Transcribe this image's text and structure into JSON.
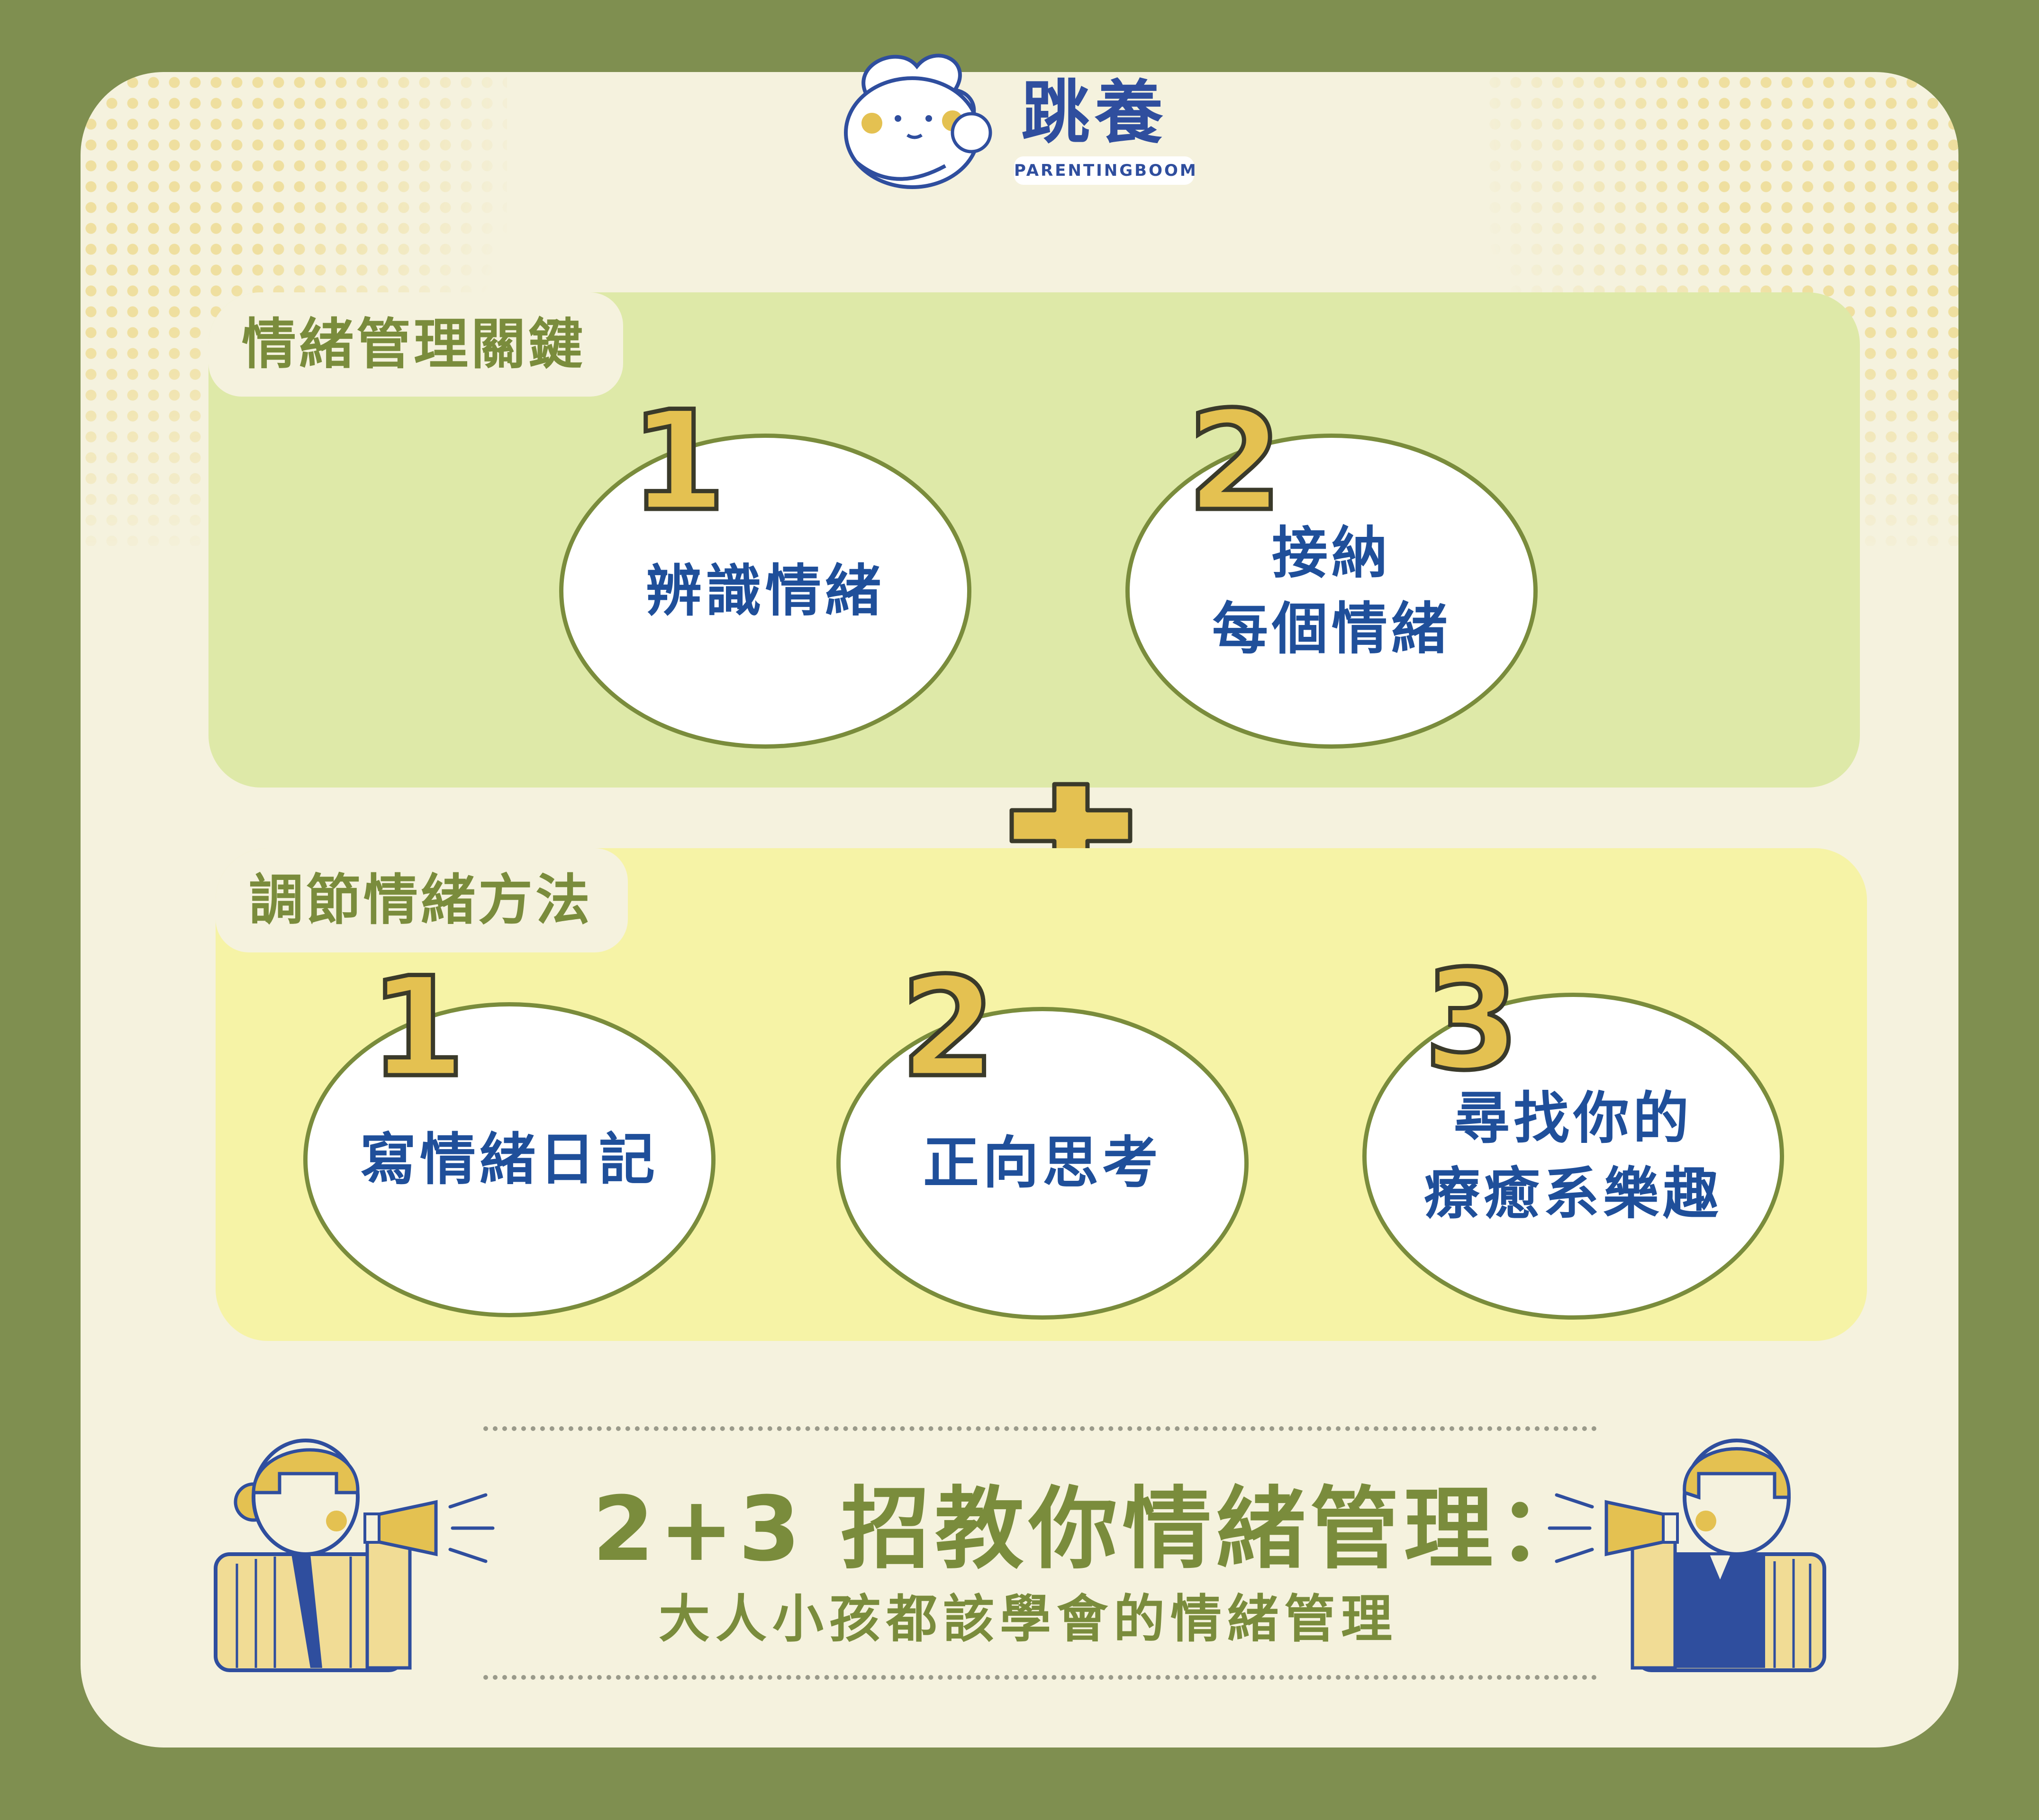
{
  "logo": {
    "title": "跳養",
    "subtitle": "PARENTINGBOOM"
  },
  "section_keys": {
    "label": "情緒管理關鍵",
    "items": [
      {
        "number": "1",
        "text": "辨識情緒"
      },
      {
        "number": "2",
        "text": "接納\n每個情緒"
      }
    ]
  },
  "section_methods": {
    "label": "調節情緒方法",
    "items": [
      {
        "number": "1",
        "text": "寫情緒日記"
      },
      {
        "number": "2",
        "text": "正向思考"
      },
      {
        "number": "3",
        "text": "尋找你的\n療癒系樂趣"
      }
    ]
  },
  "footer": {
    "headline": "2+3 招教你情緒管理：",
    "subheadline": "大人小孩都該學會的情緒管理"
  },
  "colors": {
    "frame": "#7f8f50",
    "card": "#f5f2de",
    "panel_green": "#dee9a8",
    "panel_yellow": "#f6f3a6",
    "olive_text": "#7a8c3c",
    "blue_text": "#1f4f9a",
    "accent_yellow": "#e4c151"
  },
  "icons": {
    "logo_mark": "parent-hugging-child-icon",
    "plus": "plus-icon",
    "megaphone_left": "woman-with-megaphone-icon",
    "megaphone_right": "man-with-megaphone-icon"
  }
}
